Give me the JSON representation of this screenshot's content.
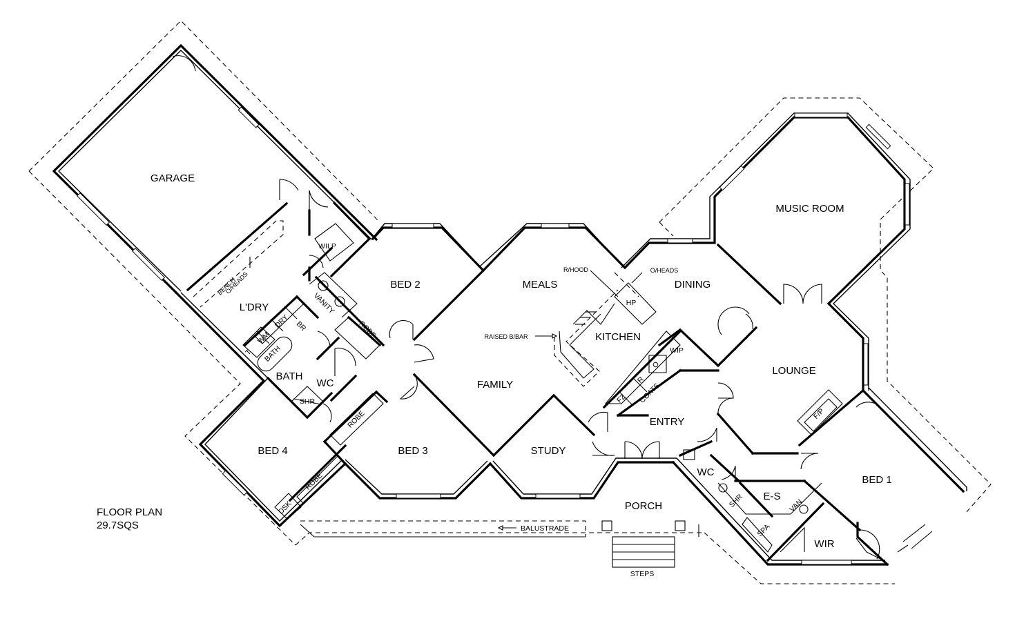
{
  "title": {
    "line1": "FLOOR PLAN",
    "line2": "29.7SQS"
  },
  "rooms": {
    "garage": "GARAGE",
    "laundry": "L'DRY",
    "wilp": "WILP",
    "bed2": "BED 2",
    "meals": "MEALS",
    "dining": "DINING",
    "music_room": "MUSIC ROOM",
    "kitchen": "KITCHEN",
    "family": "FAMILY",
    "lounge": "LOUNGE",
    "bath": "BATH",
    "wc_hall": "WC",
    "bed4": "BED 4",
    "bed3": "BED 3",
    "study": "STUDY",
    "entry": "ENTRY",
    "porch": "PORCH",
    "wc_ens": "WC",
    "ensuite": "E-S",
    "bed1": "BED 1",
    "wir": "WIR"
  },
  "fixtures": {
    "bench": "BENCH",
    "oheads_laundry": "O/HEADS",
    "vanity": "VANITY",
    "robe_bed2": "ROBE",
    "t": "T",
    "wm": "WM",
    "dry": "DRY",
    "br": "BR",
    "bath_tub": "BATH",
    "shr_bath": "SHR",
    "robe_bed3": "ROBE",
    "robe_bed4": "ROBE",
    "dsk": "DSK",
    "rhood": "R/HOOD",
    "oheads_kitchen": "O/HEADS",
    "hp": "HP",
    "raised_bar": "RAISED B/BAR",
    "wip": "WIP",
    "o": "O",
    "r": "R",
    "fz": "FZ",
    "coats": "COATS",
    "fp": "F/P",
    "shr_ens": "SHR",
    "van": "VAN",
    "spa": "SPA",
    "balustrade": "BALUSTRADE",
    "steps": "STEPS"
  }
}
